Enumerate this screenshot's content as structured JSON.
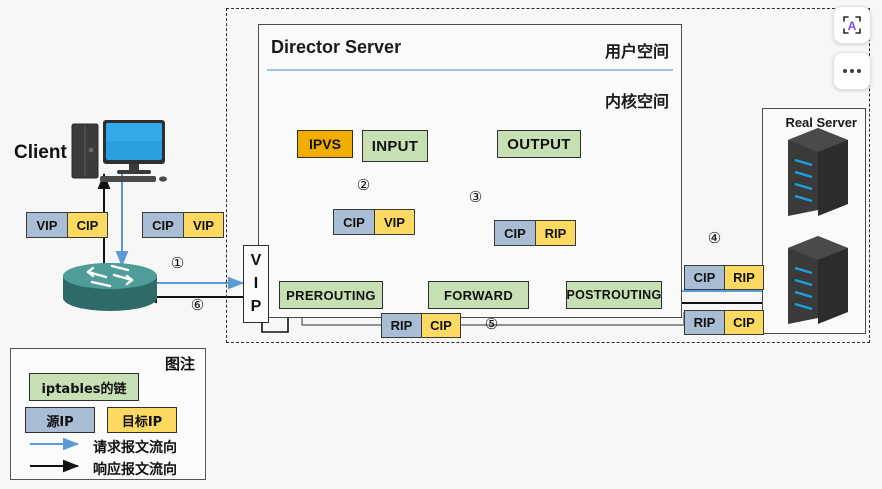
{
  "diagram": {
    "title_director": "Director Server",
    "label_userspace": "用户空间",
    "label_kernelspace": "内核空间",
    "title_realserver": "Real Server",
    "client_label": "Client"
  },
  "chains": {
    "ipvs": "IPVS",
    "input": "INPUT",
    "output": "OUTPUT",
    "prerouting": "PREROUTING",
    "forward": "FORWARD",
    "postrouting": "POSTROUTING"
  },
  "vip_tag": {
    "l1": "V",
    "l2": "I",
    "l3": "P"
  },
  "packets": {
    "client_response": {
      "src": "VIP",
      "dst": "CIP"
    },
    "client_request": {
      "src": "CIP",
      "dst": "VIP"
    },
    "step2": {
      "src": "CIP",
      "dst": "VIP"
    },
    "step3": {
      "src": "CIP",
      "dst": "RIP"
    },
    "step4": {
      "src": "CIP",
      "dst": "RIP"
    },
    "step5": {
      "src": "RIP",
      "dst": "CIP"
    },
    "rs_response": {
      "src": "RIP",
      "dst": "CIP"
    }
  },
  "steps": {
    "s1": "①",
    "s2": "②",
    "s3": "③",
    "s4": "④",
    "s5": "⑤",
    "s6": "⑥"
  },
  "legend": {
    "title": "图注",
    "chain": "iptables的链",
    "src_ip": "源IP",
    "dst_ip": "目标IP",
    "request_flow": "请求报文流向",
    "response_flow": "响应报文流向"
  },
  "toolbar": {
    "ocr_label": "A",
    "more_label": "•••"
  },
  "colors": {
    "chain_green": "#c6e0b4",
    "ipvs_orange": "#f1ad00",
    "src_blue": "#a9bdd4",
    "dst_yellow": "#fcd960",
    "request_arrow": "#5b9bd5",
    "response_arrow": "#111111",
    "background": "#f7f7f7"
  }
}
